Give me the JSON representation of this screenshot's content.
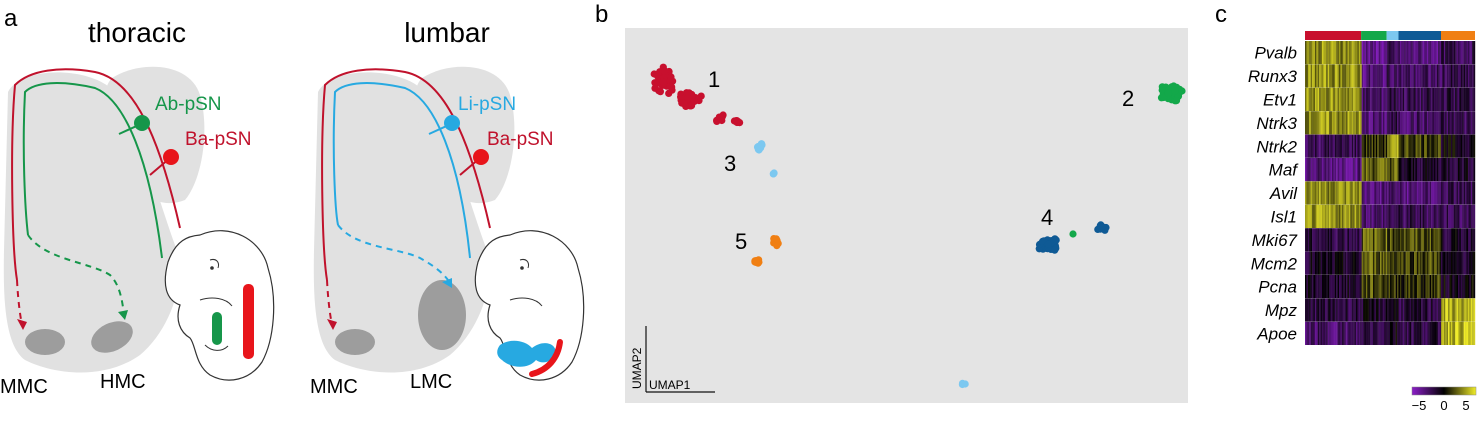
{
  "panels": {
    "a": {
      "letter": "a",
      "left": {
        "title": "thoracic",
        "neuron_top": "Ab-pSN",
        "neuron_bottom": "Ba-pSN",
        "pool_left": "MMC",
        "pool_right": "HMC"
      },
      "right": {
        "title": "lumbar",
        "neuron_top": "Li-pSN",
        "neuron_bottom": "Ba-pSN",
        "pool_left": "MMC",
        "pool_right": "LMC"
      },
      "colors": {
        "Ab": "#16964a",
        "Ba": "#c0122c",
        "Li": "#27a9e1",
        "Ba_fill": "#e8151b",
        "tissue": "#e1e1e1"
      }
    },
    "b": {
      "letter": "b",
      "cluster_labels": [
        "1",
        "2",
        "3",
        "4",
        "5"
      ],
      "axis_x_label": "UMAP1",
      "axis_y_label": "UMAP2",
      "colors": {
        "c1": "#c8102e",
        "c2": "#13a84a",
        "c3": "#7cc8f0",
        "c4": "#0f5a95",
        "c5": "#f07f13",
        "background": "#e4e4e4"
      }
    },
    "c": {
      "letter": "c",
      "genes": [
        "Pvalb",
        "Runx3",
        "Etv1",
        "Ntrk3",
        "Ntrk2",
        "Maf",
        "Avil",
        "Isl1",
        "Mki67",
        "Mcm2",
        "Pcna",
        "Mpz",
        "Apoe"
      ],
      "cluster_bar": [
        {
          "color": "#c8102e",
          "fraction": 0.33
        },
        {
          "color": "#13a84a",
          "fraction": 0.15
        },
        {
          "color": "#7cc8f0",
          "fraction": 0.07
        },
        {
          "color": "#0f5a95",
          "fraction": 0.25
        },
        {
          "color": "#f07f13",
          "fraction": 0.2
        }
      ],
      "colorbar": {
        "ticks": [
          "−5",
          "0",
          "5"
        ],
        "low": "#8b1ec8",
        "mid": "#000000",
        "high": "#f0ec28"
      },
      "expression_levels": [
        [
          0.6,
          -0.7,
          -0.5,
          -0.6,
          -0.4
        ],
        [
          0.6,
          -0.6,
          -0.4,
          -0.5,
          -0.4
        ],
        [
          0.6,
          -0.5,
          -0.3,
          -0.4,
          -0.3
        ],
        [
          0.6,
          -0.6,
          -0.4,
          -0.5,
          -0.4
        ],
        [
          -0.4,
          0.2,
          0.6,
          0.3,
          -0.1
        ],
        [
          -0.6,
          0.4,
          0.4,
          -0.2,
          -0.2
        ],
        [
          0.6,
          -0.6,
          -0.5,
          -0.6,
          -0.4
        ],
        [
          0.6,
          -0.5,
          -0.4,
          -0.4,
          -0.4
        ],
        [
          -0.3,
          0.4,
          0.3,
          0.3,
          -0.2
        ],
        [
          -0.2,
          0.4,
          0.3,
          0.3,
          -0.2
        ],
        [
          -0.2,
          0.3,
          0.2,
          0.2,
          -0.1
        ],
        [
          -0.3,
          -0.2,
          -0.1,
          -0.3,
          0.7
        ],
        [
          -0.5,
          -0.3,
          -0.1,
          -0.3,
          0.8
        ]
      ]
    }
  }
}
